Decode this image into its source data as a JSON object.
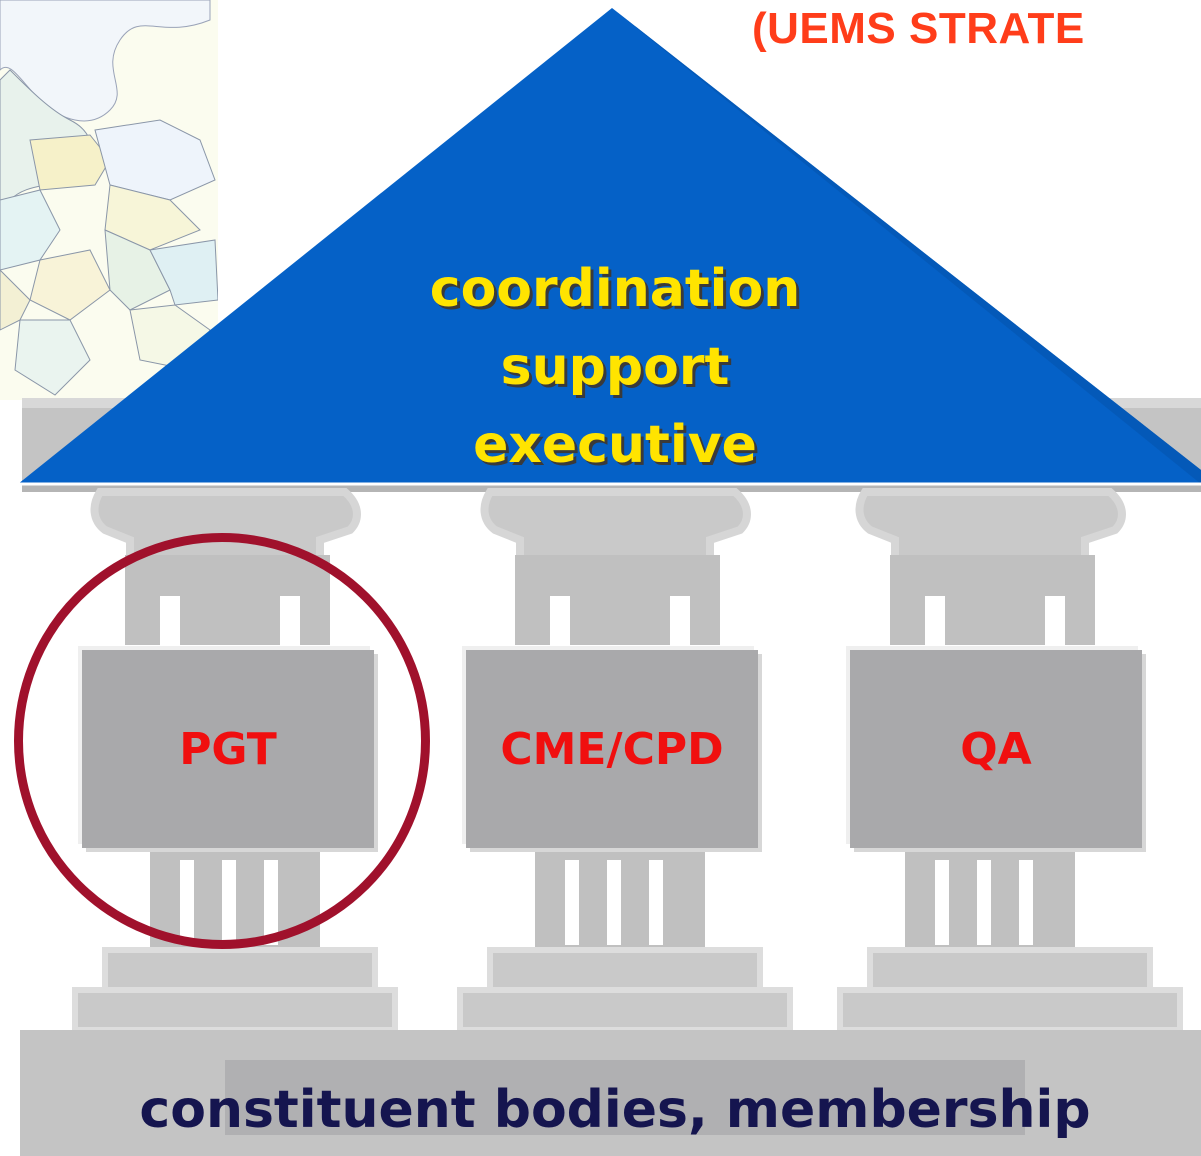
{
  "header": {
    "title": "(UEMS STRATE"
  },
  "roof": {
    "lines": [
      "coordination",
      "support",
      "executive"
    ]
  },
  "pillars": [
    {
      "label": "PGT"
    },
    {
      "label": "CME/CPD"
    },
    {
      "label": "QA"
    }
  ],
  "base": {
    "label": "constituent bodies, membership"
  },
  "colors": {
    "roof": "#0561c7",
    "roof_text": "#ffe400",
    "pillar_text": "#f00f0f",
    "base_text": "#15154f",
    "column": "#bfbfbf",
    "highlight_ring": "#a0112c",
    "header": "#ff3d1a"
  }
}
